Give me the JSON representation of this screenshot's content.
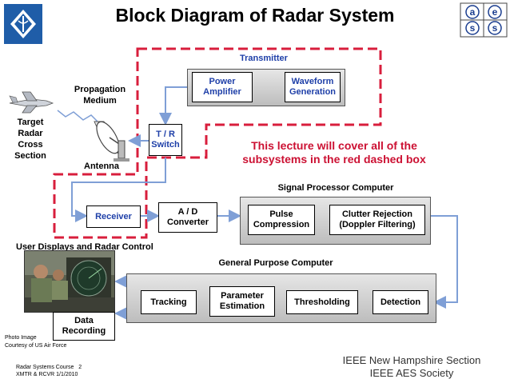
{
  "title": "Block Diagram of Radar System",
  "lecture_note": [
    "This lecture will cover all of the",
    "subsystems in the red dashed box"
  ],
  "sections": {
    "transmitter": "Transmitter",
    "signal_processor": "Signal Processor Computer",
    "general_purpose": "General Purpose Computer",
    "user_displays": "User Displays and Radar Control"
  },
  "blocks": {
    "power_amplifier": [
      "Power",
      "Amplifier"
    ],
    "waveform_generation": [
      "Waveform",
      "Generation"
    ],
    "tr_switch": [
      "T / R",
      "Switch"
    ],
    "receiver": "Receiver",
    "ad_converter": [
      "A / D",
      "Converter"
    ],
    "pulse_compression": [
      "Pulse",
      "Compression"
    ],
    "clutter_rejection": [
      "Clutter Rejection",
      "(Doppler Filtering)"
    ],
    "tracking": "Tracking",
    "parameter_estimation": [
      "Parameter",
      "Estimation"
    ],
    "thresholding": "Thresholding",
    "detection": "Detection",
    "data_recording": [
      "Data",
      "Recording"
    ]
  },
  "labels": {
    "propagation_medium": [
      "Propagation",
      "Medium"
    ],
    "target_rcs": [
      "Target",
      "Radar",
      "Cross",
      "Section"
    ],
    "antenna": "Antenna",
    "photo_credit": [
      "Photo Image",
      "Courtesy of US Air Force"
    ]
  },
  "footer": {
    "course": "Radar Systems Course",
    "page": "2",
    "code_date": "XMTR & RCVR 1/1/2010",
    "org_lines": [
      "IEEE New Hampshire Section",
      "IEEE AES Society"
    ]
  },
  "logo_right_letters": [
    "a",
    "e",
    "s",
    "s"
  ],
  "colors": {
    "red_dashed": "#d81e3c",
    "blue_text": "#1e3fa8",
    "arrow_blue": "#7f9fd6",
    "note_red": "#cc1133"
  }
}
